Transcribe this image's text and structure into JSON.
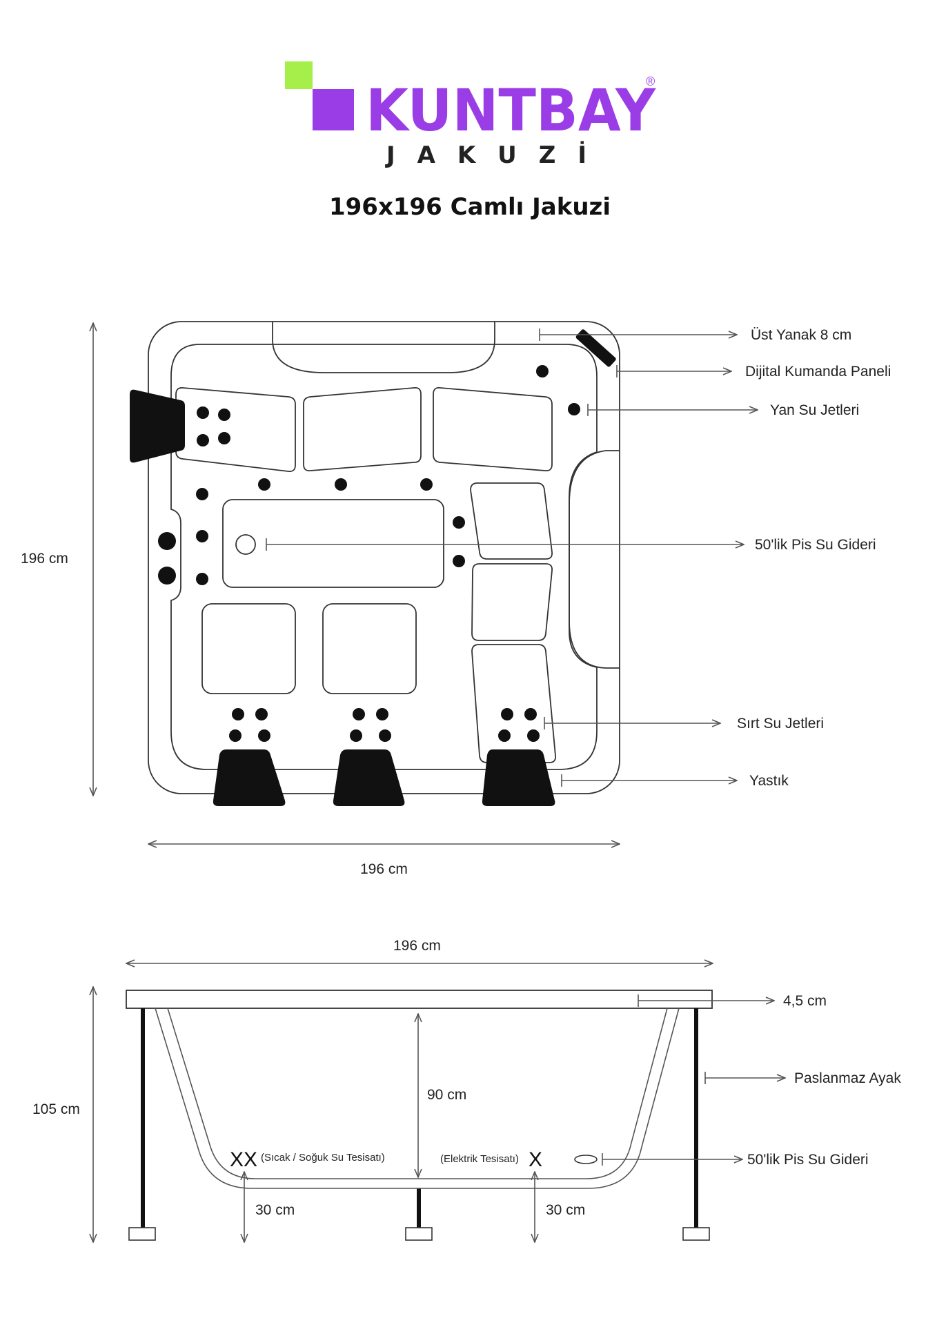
{
  "logo": {
    "brand": "KUNTBAY",
    "registered": "®",
    "subtitle": "J A K U Z İ",
    "brand_color": "#9b3de6",
    "accent_color": "#a6ee4a"
  },
  "title": "196x196 Camlı Jakuzi",
  "top_view": {
    "height_label": "196 cm",
    "width_label": "196 cm",
    "callouts": [
      "Üst Yanak 8 cm",
      "Dijital Kumanda Paneli",
      "Yan Su Jetleri",
      "50'lik Pis Su Gideri",
      "Sırt Su Jetleri",
      "Yastık"
    ]
  },
  "side_view": {
    "width_label": "196 cm",
    "height_label": "105 cm",
    "depth_label": "90 cm",
    "hot_cold_mark": "XX",
    "hot_cold_label": "(Sıcak / Soğuk Su Tesisatı)",
    "electric_label": "(Elektrik Tesisatı)",
    "electric_mark": "X",
    "left_height_label": "30 cm",
    "right_height_label": "30 cm",
    "callouts": [
      "4,5 cm",
      "Paslanmaz Ayak",
      "50'lik Pis Su Gideri"
    ]
  }
}
